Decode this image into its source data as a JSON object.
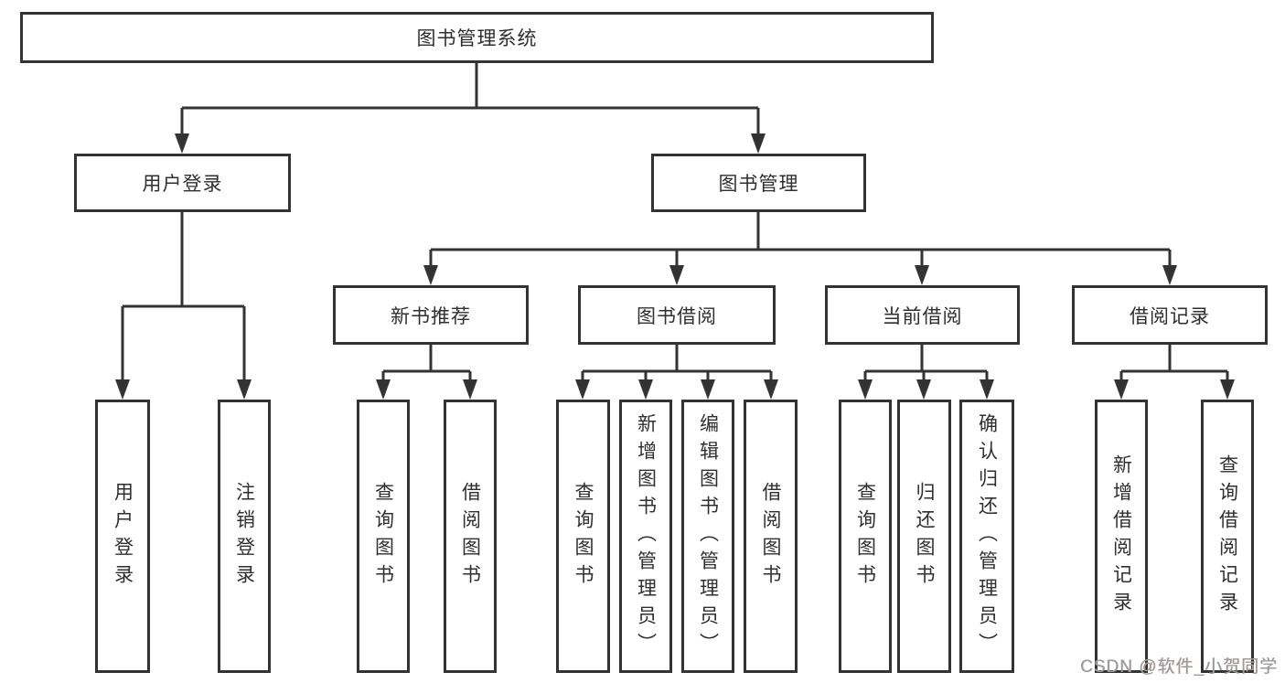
{
  "diagram": {
    "root": {
      "label": "图书管理系统"
    },
    "level2": [
      {
        "label": "用户登录"
      },
      {
        "label": "图书管理"
      }
    ],
    "level3": [
      {
        "label": "新书推荐"
      },
      {
        "label": "图书借阅"
      },
      {
        "label": "当前借阅"
      },
      {
        "label": "借阅记录"
      }
    ],
    "leaves": [
      {
        "label": "用户登录"
      },
      {
        "label": "注销登录"
      },
      {
        "label": "查询图书"
      },
      {
        "label": "借阅图书"
      },
      {
        "label": "查询图书"
      },
      {
        "label": "新增图书（管理员）"
      },
      {
        "label": "编辑图书（管理员）"
      },
      {
        "label": "借阅图书"
      },
      {
        "label": "查询图书"
      },
      {
        "label": "归还图书"
      },
      {
        "label": "确认归还（管理员）"
      },
      {
        "label": "新增借阅记录"
      },
      {
        "label": "查询借阅记录"
      }
    ],
    "line_color": "#333333",
    "text_color": "#2f2f2f",
    "background": "#ffffff"
  },
  "watermark": {
    "text": "CSDN @软件_小贺同学",
    "color": "#9b9b9b"
  }
}
